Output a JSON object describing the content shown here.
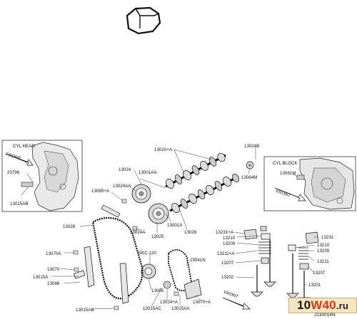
{
  "diagram": {
    "left_inset": {
      "title": "CYL HEAD",
      "arrow_text": "FRONT",
      "part_a": "23796",
      "part_b": "13015AB"
    },
    "right_inset": {
      "title": "CYL BLOCK",
      "arrow_text": "FRONT",
      "part_a": "13081M"
    },
    "bottom_arrow_text": "FRONT",
    "labels": {
      "l13020": "13020+A",
      "l13024b": "13024B",
      "l13064m": "13064M",
      "l13024": "13024",
      "l13001aa": "13001AA",
      "l13024aa": "13024AA",
      "l13085a": "13085+A",
      "l13001a": "13001A",
      "l13028": "13028",
      "l13024a": "13024A",
      "l13025": "13025",
      "l13070a": "13070A",
      "l13070": "13070",
      "l13015a": "13015A",
      "l13086": "13086",
      "l13015ab_low": "13015AB",
      "l13028b": "13028",
      "lsec120": "SEC.120",
      "l15041n": "15041N",
      "l13085": "13085",
      "l13024plus": "13024+A",
      "l13015ac": "13015AC",
      "l13015aa": "13015AA",
      "l13070plus": "13070+A",
      "l13231a": "13231+A",
      "l13210a": "13210",
      "l13209a": "13209",
      "l13211a": "13211+A",
      "l13207a": "13207",
      "l13202": "13202",
      "l13231": "13231",
      "l13210": "13210",
      "l13209": "13209",
      "l13211": "13211",
      "l13207": "13207",
      "l13201": "13201"
    }
  },
  "watermark": {
    "part1": "10",
    "part2": "W40",
    "part3": ".ru"
  },
  "drawing_code": "J130014N"
}
